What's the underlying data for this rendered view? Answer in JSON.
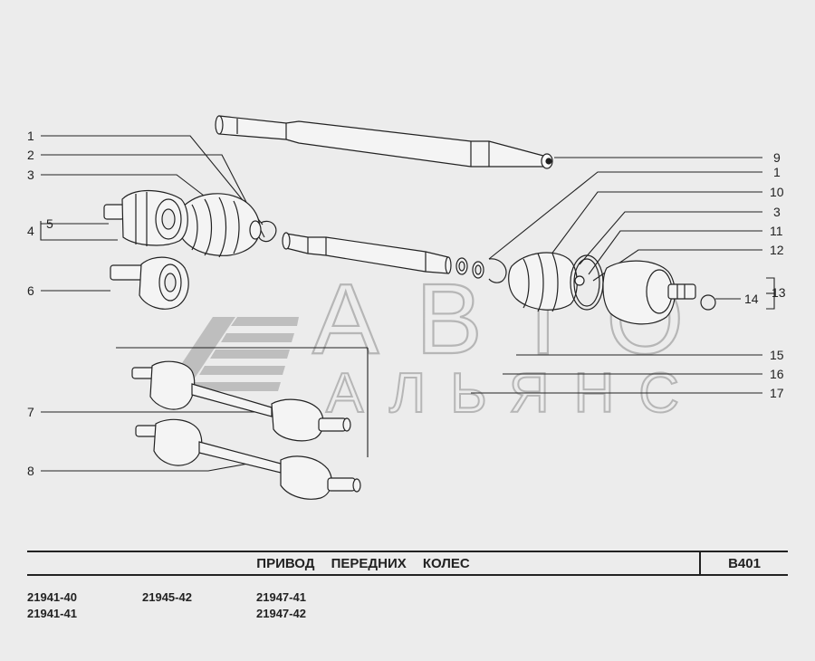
{
  "callouts": {
    "c1a": "1",
    "c2": "2",
    "c3a": "3",
    "c4": "4",
    "c5": "5",
    "c6": "6",
    "c7": "7",
    "c8": "8",
    "c9": "9",
    "c1b": "1",
    "c10": "10",
    "c3b": "3",
    "c11": "11",
    "c12": "12",
    "c13": "13",
    "c14": "14",
    "c15": "15",
    "c16": "16",
    "c17": "17"
  },
  "watermark": {
    "line1": "АВТО",
    "line2": "АЛЬЯНС"
  },
  "title": {
    "text": "ПРИВОД ПЕРЕДНИХ КОЛЕС",
    "code": "B401"
  },
  "models": [
    "21941-40",
    "21941-41",
    "21945-42",
    "21947-41",
    "21947-42"
  ],
  "colors": {
    "background": "#ececec",
    "line": "#222222",
    "part_fill": "#f4f4f4",
    "watermark": "#8a8a8a"
  }
}
